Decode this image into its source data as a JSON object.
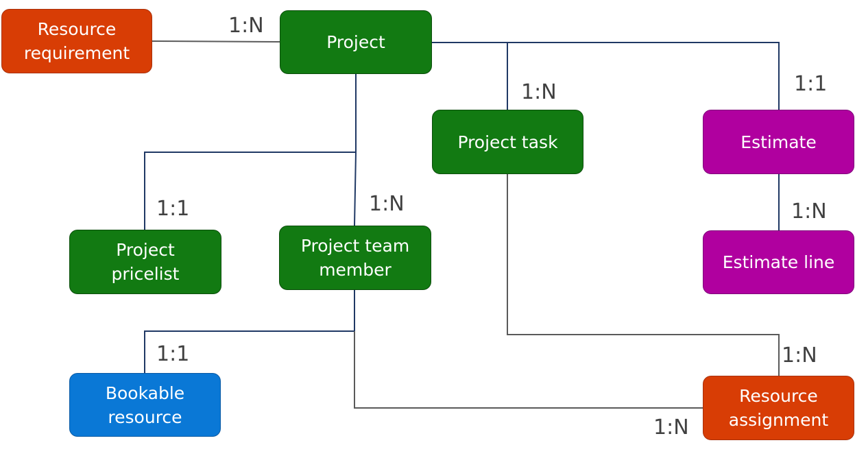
{
  "colors": {
    "entity_green": "#127a12",
    "entity_orange": "#d83d05",
    "entity_purple": "#b0009f",
    "entity_blue": "#0a78d6",
    "connector": "#1f3864",
    "connector_gray": "#5a5a5a",
    "cardinality_text": "#404040"
  },
  "nodes": {
    "resource_requirement": "Resource\nrequirement",
    "project": "Project",
    "project_task": "Project task",
    "estimate": "Estimate",
    "estimate_line": "Estimate line",
    "project_pricelist": "Project\npricelist",
    "project_team_member": "Project team\nmember",
    "bookable_resource": "Bookable\nresource",
    "resource_assignment": "Resource\nassignment"
  },
  "edges": [
    {
      "from": "resource_requirement",
      "to": "project",
      "cardinality": "1:N"
    },
    {
      "from": "project",
      "to": "project_task",
      "cardinality": "1:N"
    },
    {
      "from": "project",
      "to": "estimate",
      "cardinality": "1:1"
    },
    {
      "from": "project",
      "to": "project_pricelist",
      "cardinality": "1:1"
    },
    {
      "from": "project",
      "to": "project_team_member",
      "cardinality": "1:N"
    },
    {
      "from": "estimate",
      "to": "estimate_line",
      "cardinality": "1:N"
    },
    {
      "from": "project_team_member",
      "to": "bookable_resource",
      "cardinality": "1:1"
    },
    {
      "from": "project_task",
      "to": "resource_assignment",
      "cardinality": "1:N"
    },
    {
      "from": "project_team_member",
      "to": "resource_assignment",
      "cardinality": "1:N"
    }
  ]
}
